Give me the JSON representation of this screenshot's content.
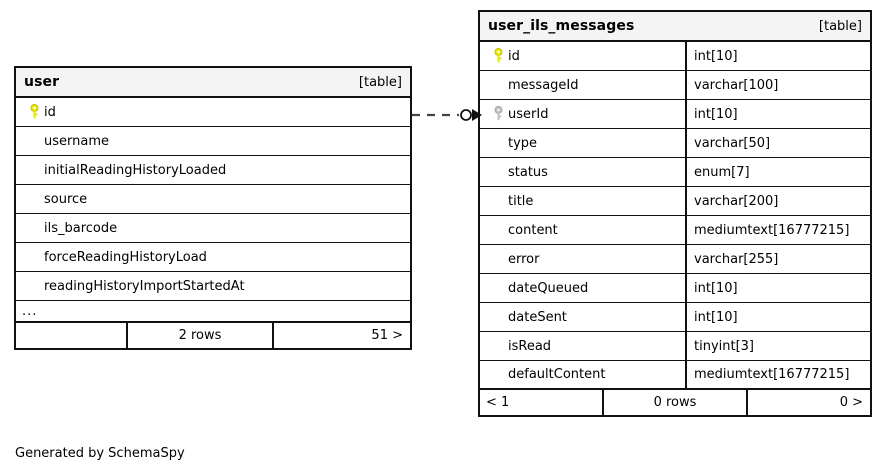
{
  "diagram": {
    "generator_caption": "Generated by SchemaSpy",
    "table_tag": "[table]",
    "ellipsis": "...",
    "colors": {
      "primary_key_icon": "#e6e600",
      "foreign_key_icon": "#bfbfbf",
      "border": "#111111",
      "header_background": "#f4f4f4",
      "background": "#ffffff"
    }
  },
  "tables": [
    {
      "name": "user",
      "tag": "[table]",
      "show_types": false,
      "columns": [
        {
          "name": "id",
          "key": "primary",
          "type": ""
        },
        {
          "name": "username",
          "key": "none",
          "type": ""
        },
        {
          "name": "initialReadingHistoryLoaded",
          "key": "none",
          "type": ""
        },
        {
          "name": "source",
          "key": "none",
          "type": ""
        },
        {
          "name": "ils_barcode",
          "key": "none",
          "type": ""
        },
        {
          "name": "forceReadingHistoryLoad",
          "key": "none",
          "type": ""
        },
        {
          "name": "readingHistoryImportStartedAt",
          "key": "none",
          "type": ""
        }
      ],
      "truncated": true,
      "footer": {
        "left": "",
        "center": "2 rows",
        "right": "51 >"
      }
    },
    {
      "name": "user_ils_messages",
      "tag": "[table]",
      "show_types": true,
      "columns": [
        {
          "name": "id",
          "key": "primary",
          "type": "int[10]"
        },
        {
          "name": "messageId",
          "key": "none",
          "type": "varchar[100]"
        },
        {
          "name": "userId",
          "key": "foreign",
          "type": "int[10]"
        },
        {
          "name": "type",
          "key": "none",
          "type": "varchar[50]"
        },
        {
          "name": "status",
          "key": "none",
          "type": "enum[7]"
        },
        {
          "name": "title",
          "key": "none",
          "type": "varchar[200]"
        },
        {
          "name": "content",
          "key": "none",
          "type": "mediumtext[16777215]"
        },
        {
          "name": "error",
          "key": "none",
          "type": "varchar[255]"
        },
        {
          "name": "dateQueued",
          "key": "none",
          "type": "int[10]"
        },
        {
          "name": "dateSent",
          "key": "none",
          "type": "int[10]"
        },
        {
          "name": "isRead",
          "key": "none",
          "type": "tinyint[3]"
        },
        {
          "name": "defaultContent",
          "key": "none",
          "type": "mediumtext[16777215]"
        }
      ],
      "truncated": false,
      "footer": {
        "left": "< 1",
        "center": "0 rows",
        "right": "0 >"
      }
    }
  ],
  "relationship": {
    "from_table": "user",
    "from_column": "id",
    "to_table": "user_ils_messages",
    "to_column": "userId",
    "line_style": "dashed",
    "source_marker": "none",
    "target_marker": "circle-arrow"
  }
}
